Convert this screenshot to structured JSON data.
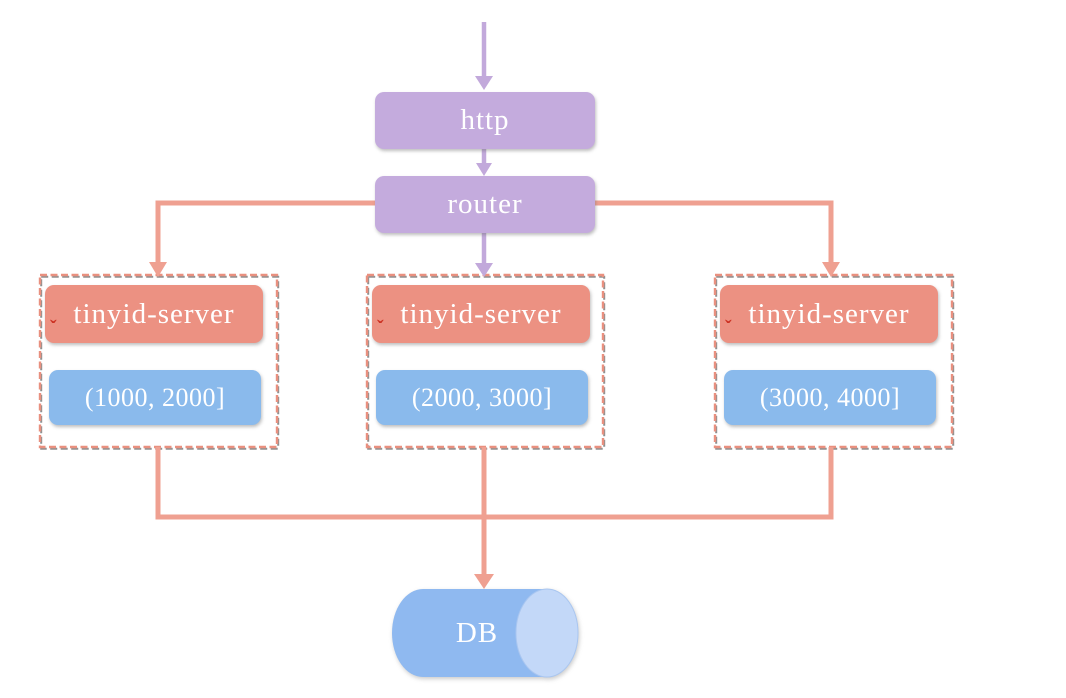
{
  "nodes": {
    "http": {
      "label": "http"
    },
    "router": {
      "label": "router"
    }
  },
  "groups": [
    {
      "server_label": "tinyid-server",
      "range": "(1000, 2000]"
    },
    {
      "server_label": "tinyid-server",
      "range": "(2000, 3000]"
    },
    {
      "server_label": "tinyid-server",
      "range": "(3000, 4000]"
    }
  ],
  "db": {
    "label": "DB"
  },
  "icons": {
    "spellcheck": "ˇ"
  },
  "colors": {
    "purple_box": "#c4abdd",
    "purple_arrow": "#c2a9db",
    "salmon_box": "#ec9182",
    "salmon_line": "#efa091",
    "dashed_border": "#e9907f",
    "dash_shadow": "#909090",
    "blue_box": "#8abaec",
    "db_body": "#8fb9f0",
    "db_cap": "#c3d8f8",
    "text": "#ffffff",
    "spellcheck_mark": "#cc3122"
  }
}
